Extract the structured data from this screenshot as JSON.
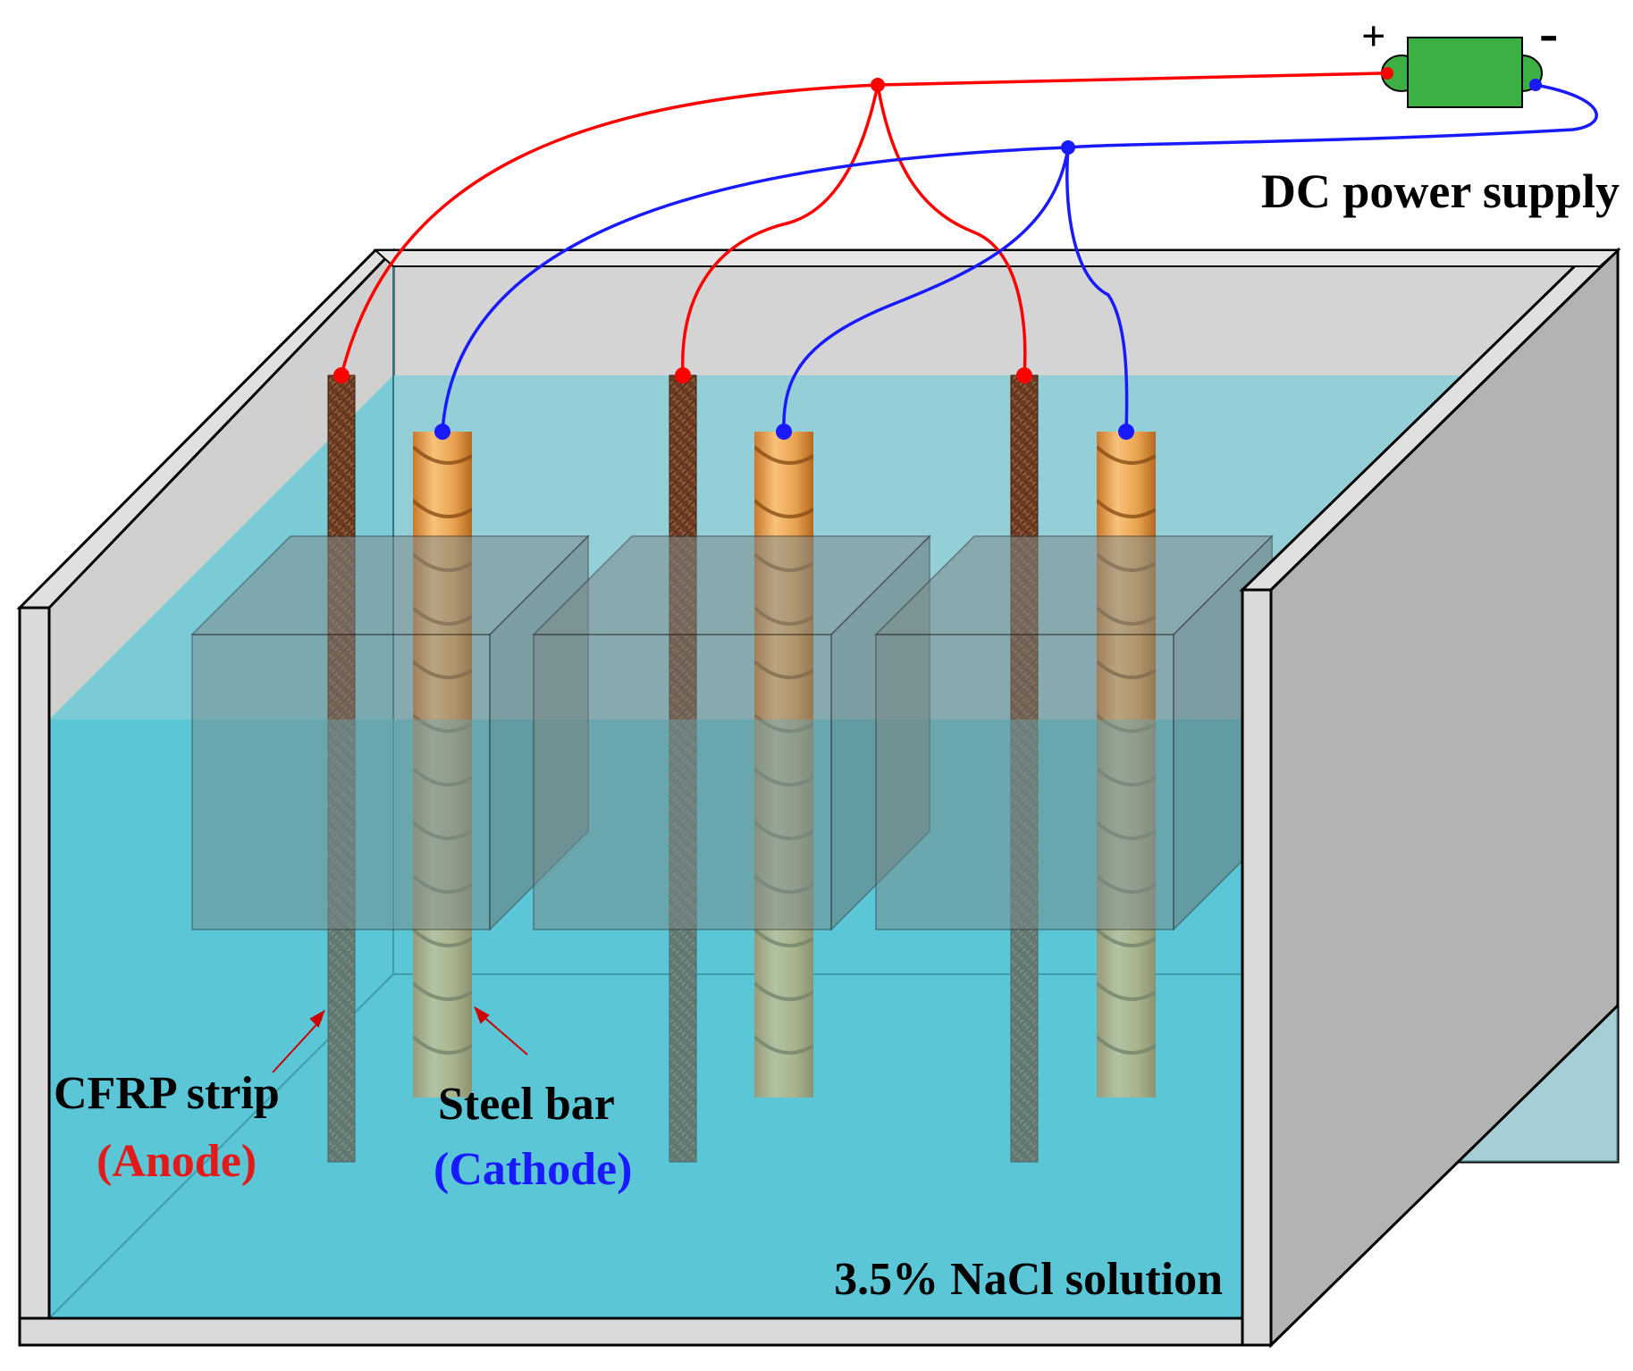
{
  "labels": {
    "power_supply": "DC power supply",
    "plus": "+",
    "minus": "-",
    "cfrp": "CFRP strip",
    "anode": "(Anode)",
    "steel": "Steel bar",
    "cathode": "(Cathode)",
    "solution": "3.5% NaCl solution"
  },
  "colors": {
    "anode_wire": "#ff0000",
    "cathode_wire": "#1a1aff",
    "supply": "#3cb043",
    "water": "#5ac6d6",
    "cfrp": "#6b3a22",
    "steel": "#e8a24e",
    "tank_wall": "#d9d9d9",
    "tank_side": "#b3b3b3"
  },
  "icons": {
    "supply": "battery-icon"
  }
}
